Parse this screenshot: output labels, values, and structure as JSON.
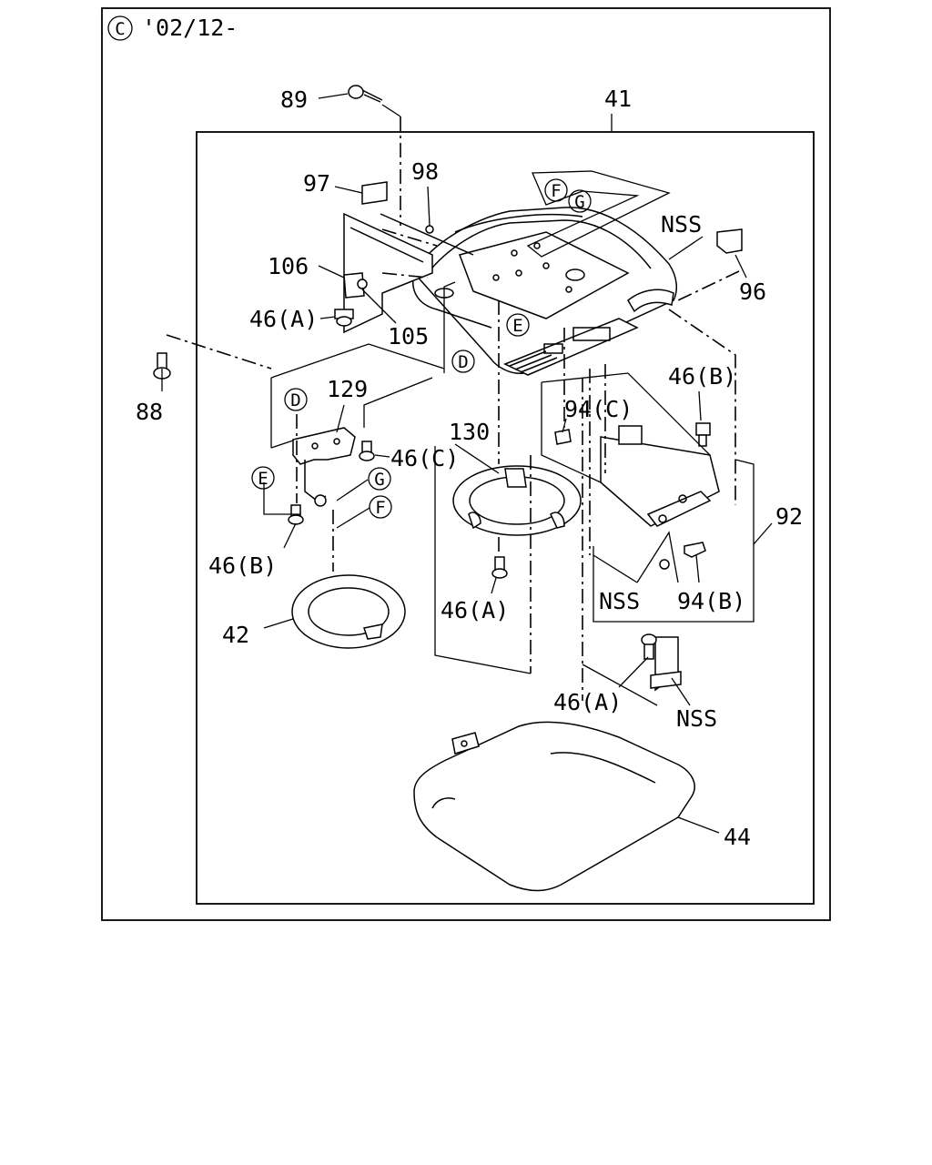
{
  "diagram": {
    "header_code": "'02/12-",
    "copyright_symbol": "C",
    "labels": {
      "p89": "89",
      "p41": "41",
      "p97": "97",
      "p98": "98",
      "nss_top": "NSS",
      "p96": "96",
      "p106": "106",
      "p46a_left": "46(A)",
      "p105": "105",
      "p88": "88",
      "p129": "129",
      "p46c": "46(C)",
      "p130": "130",
      "p94c": "94(C)",
      "p46b_right": "46(B)",
      "p92": "92",
      "p46b_left": "46(B)",
      "p46a_mid": "46(A)",
      "nss_mid": "NSS",
      "p94b": "94(B)",
      "p42": "42",
      "p46a_low": "46(A)",
      "nss_low": "NSS",
      "p44": "44"
    },
    "circle_refs": {
      "f_top": "F",
      "g_top": "G",
      "e_top": "E",
      "d_top": "D",
      "d_left": "D",
      "e_left": "E",
      "g_left": "G",
      "f_left": "F"
    }
  }
}
